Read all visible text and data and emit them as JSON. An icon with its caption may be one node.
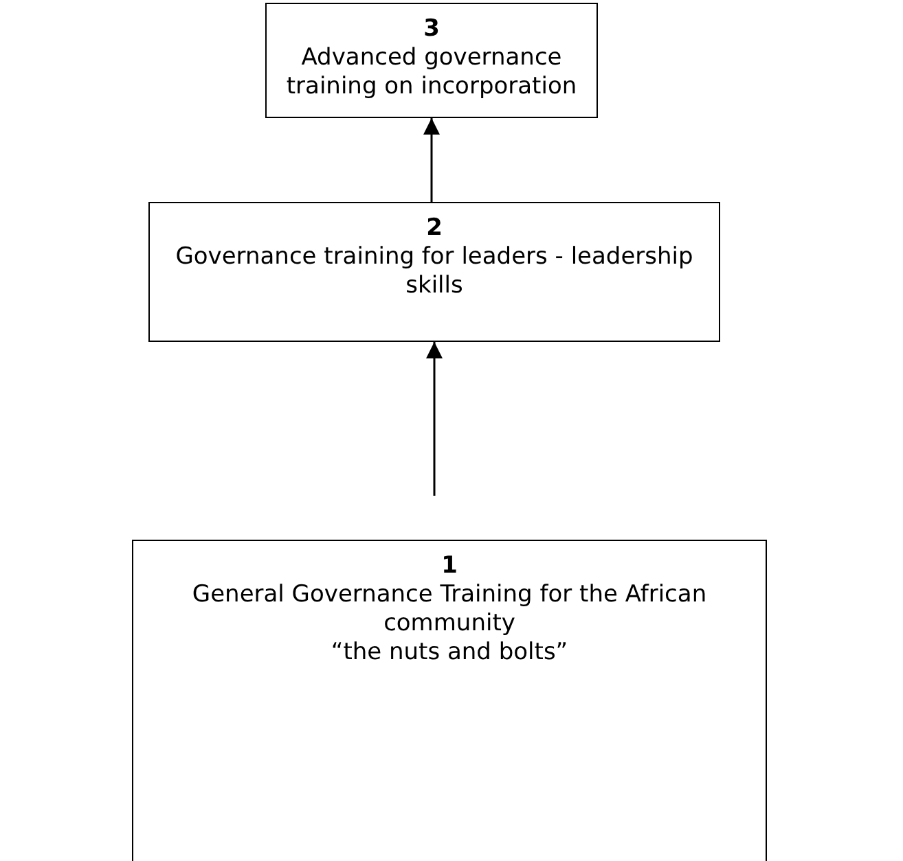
{
  "diagram": {
    "nodes": [
      {
        "text": [
          "3",
          "Advanced governance training on incorporation"
        ]
      },
      {
        "text": [
          "2",
          "Governance training for leaders - leadership skills"
        ]
      },
      {
        "text": [
          "1",
          "General Governance Training for the African community",
          "“the nuts and bolts”"
        ]
      }
    ],
    "edges": [
      {
        "from": 2,
        "to": 1,
        "arrow": "to"
      },
      {
        "from": 1,
        "to": 0,
        "arrow": "to"
      }
    ]
  }
}
